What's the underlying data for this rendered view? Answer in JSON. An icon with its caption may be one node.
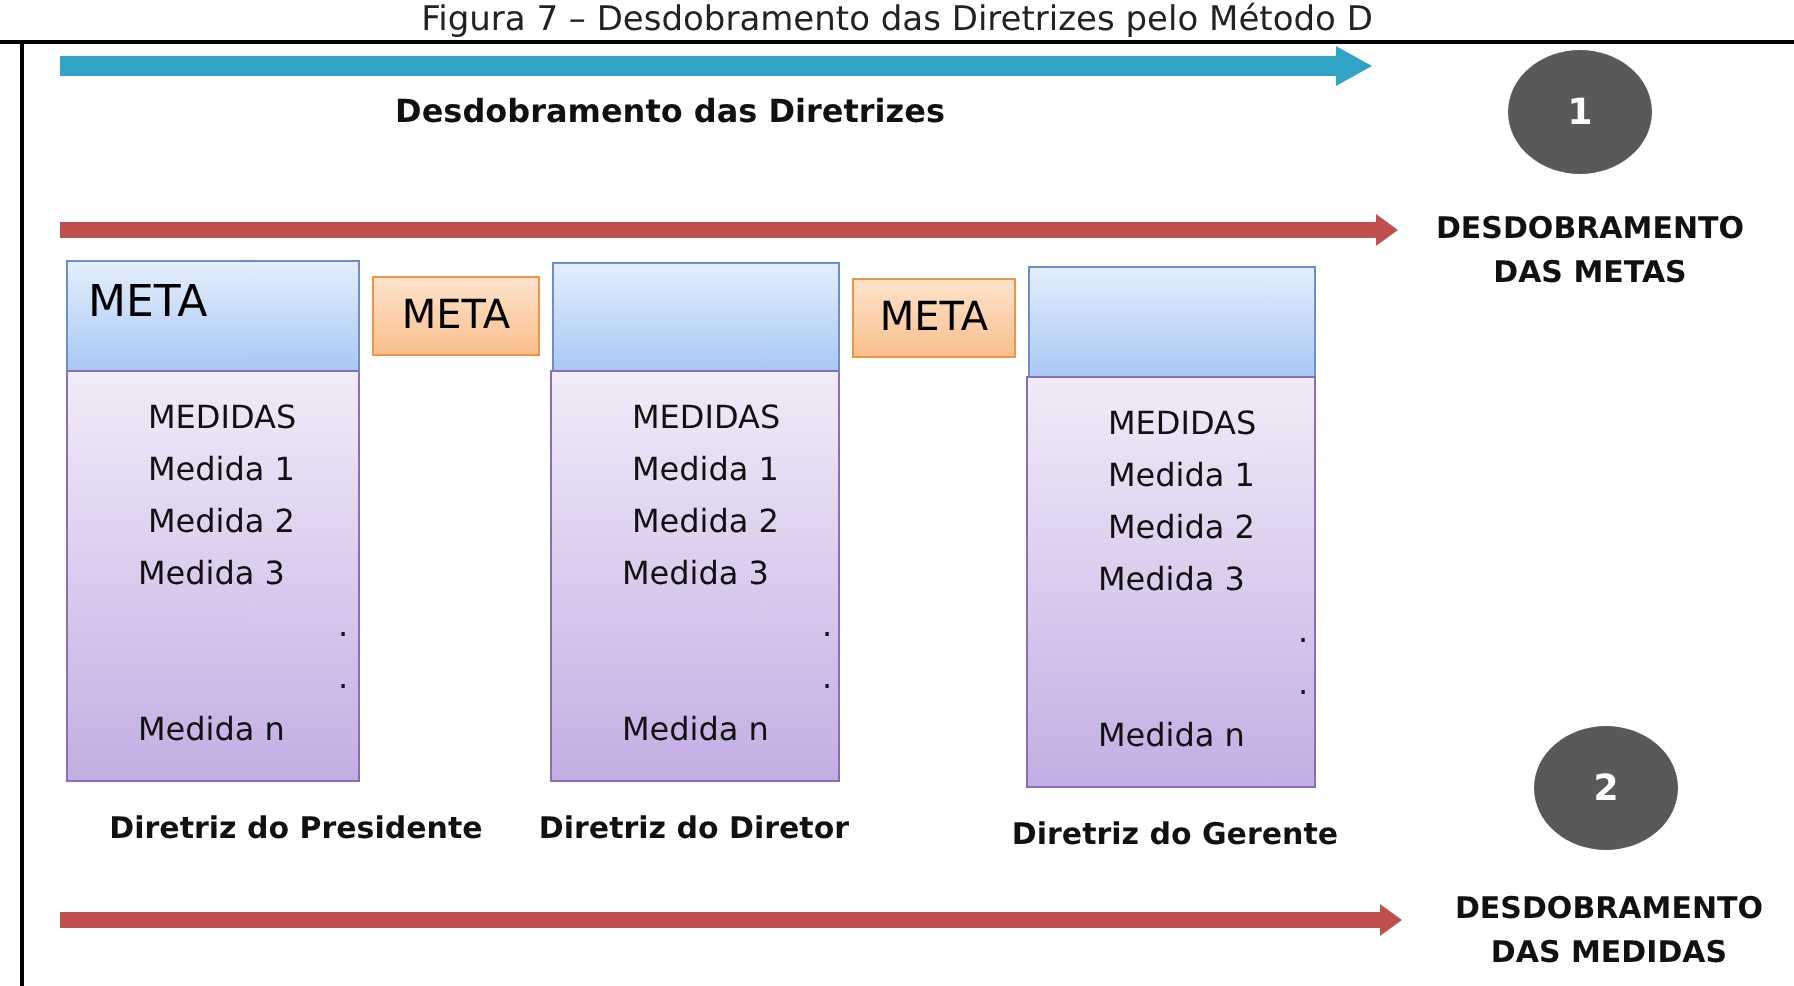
{
  "diagram": {
    "title": "Figura 7 – Desdobramento das Diretrizes pelo Método D",
    "nodes": [
      {
        "text": [
          "META"
        ]
      },
      {
        "text": [
          "MEDIDAS",
          "Medida 1",
          "Medida 2",
          "Medida 3",
          ".",
          ".",
          "Medida n"
        ],
        "beside": [
          "Diretriz do Presidente"
        ]
      },
      {
        "text": [],
        "shape": "box"
      },
      {
        "text": [
          "MEDIDAS",
          "Medida 1",
          "Medida 2",
          "Medida 3",
          ".",
          ".",
          "Medida n"
        ],
        "beside": [
          "Diretriz do Diretor"
        ]
      },
      {
        "text": [],
        "shape": "box"
      },
      {
        "text": [
          "MEDIDAS",
          "Medida 1",
          "Medida 2",
          "Medida 3",
          ".",
          ".",
          "Medida n"
        ],
        "beside": [
          "Diretriz do Gerente"
        ]
      },
      {
        "text": [
          "META"
        ]
      },
      {
        "text": [
          "META"
        ]
      },
      {
        "text": [
          "1"
        ]
      },
      {
        "text": [
          "2"
        ]
      }
    ],
    "labels": [
      "Desdobramento das Diretrizes",
      "DESDOBRAMENTO DAS METAS",
      "DESDOBRAMENTO DAS MEDIDAS"
    ]
  }
}
